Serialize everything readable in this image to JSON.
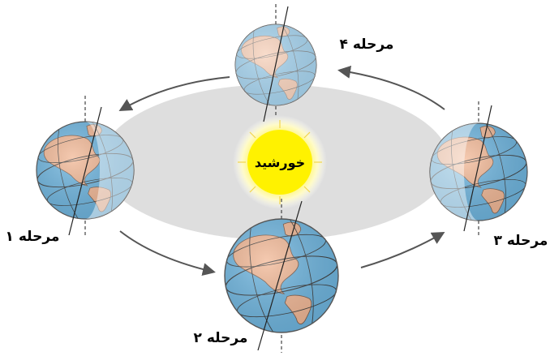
{
  "sun": {
    "label": "خورشید"
  },
  "stages": [
    {
      "id": "stage-1",
      "label": "مرحله ۱"
    },
    {
      "id": "stage-2",
      "label": "مرحله ۲"
    },
    {
      "id": "stage-3",
      "label": "مرحله ۳"
    },
    {
      "id": "stage-4",
      "label": "مرحله ۴"
    }
  ],
  "colors": {
    "orbit_fill": "#dedede",
    "ocean": "#6fb6e0",
    "ocean_light": "#cfe7f5",
    "land": "#f2b896",
    "land_light": "#f7dccb",
    "sun_core": "#fff200",
    "sun_glow": "#fffbc8",
    "arrow": "#555555",
    "axis_dash": "#444444"
  }
}
